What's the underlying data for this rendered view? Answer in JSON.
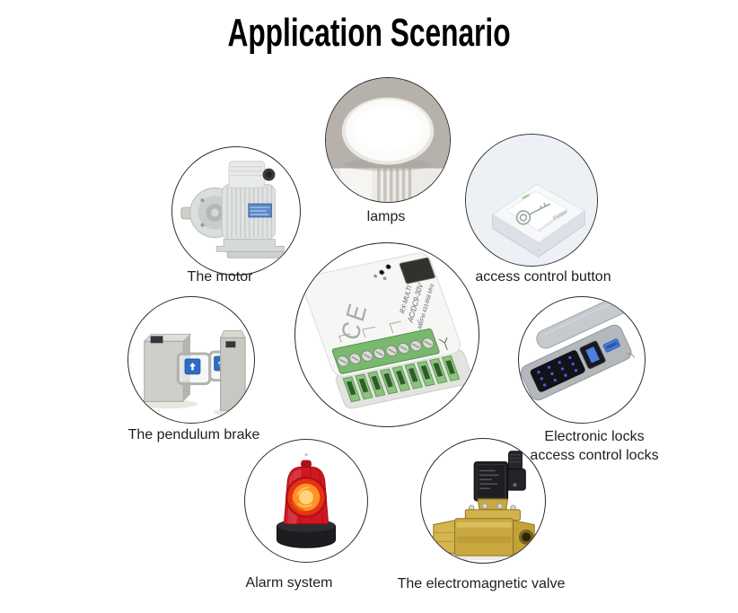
{
  "title": "Application Scenario",
  "device": {
    "name": "RF receiver module",
    "marking_line1": "RX-MULTI",
    "marking_line2": "AC/DC9-30V",
    "marking_line3": "AM/FM 433-868 MHz",
    "ce_mark": "CE"
  },
  "items": [
    {
      "id": "lamps",
      "label": "lamps"
    },
    {
      "id": "motor",
      "label": "The motor"
    },
    {
      "id": "access-control-button",
      "label": "access control button",
      "sign_text": "PUSH"
    },
    {
      "id": "pendulum-brake",
      "label": "The pendulum brake"
    },
    {
      "id": "electronic-locks",
      "label_line1": "Electronic locks",
      "label_line2": "access control locks"
    },
    {
      "id": "alarm-system",
      "label": "Alarm system"
    },
    {
      "id": "electromagnetic-valve",
      "label": "The electromagnetic valve"
    }
  ],
  "colors": {
    "background": "#ffffff",
    "circle_border": "#2e2e2e",
    "label_text": "#1f1f1f",
    "title_text": "#000000",
    "terminal_green": "#79b96f",
    "alarm_red": "#d11722",
    "gate_sign_blue": "#2e6cc6",
    "valve_brass": "#c9a93f"
  }
}
